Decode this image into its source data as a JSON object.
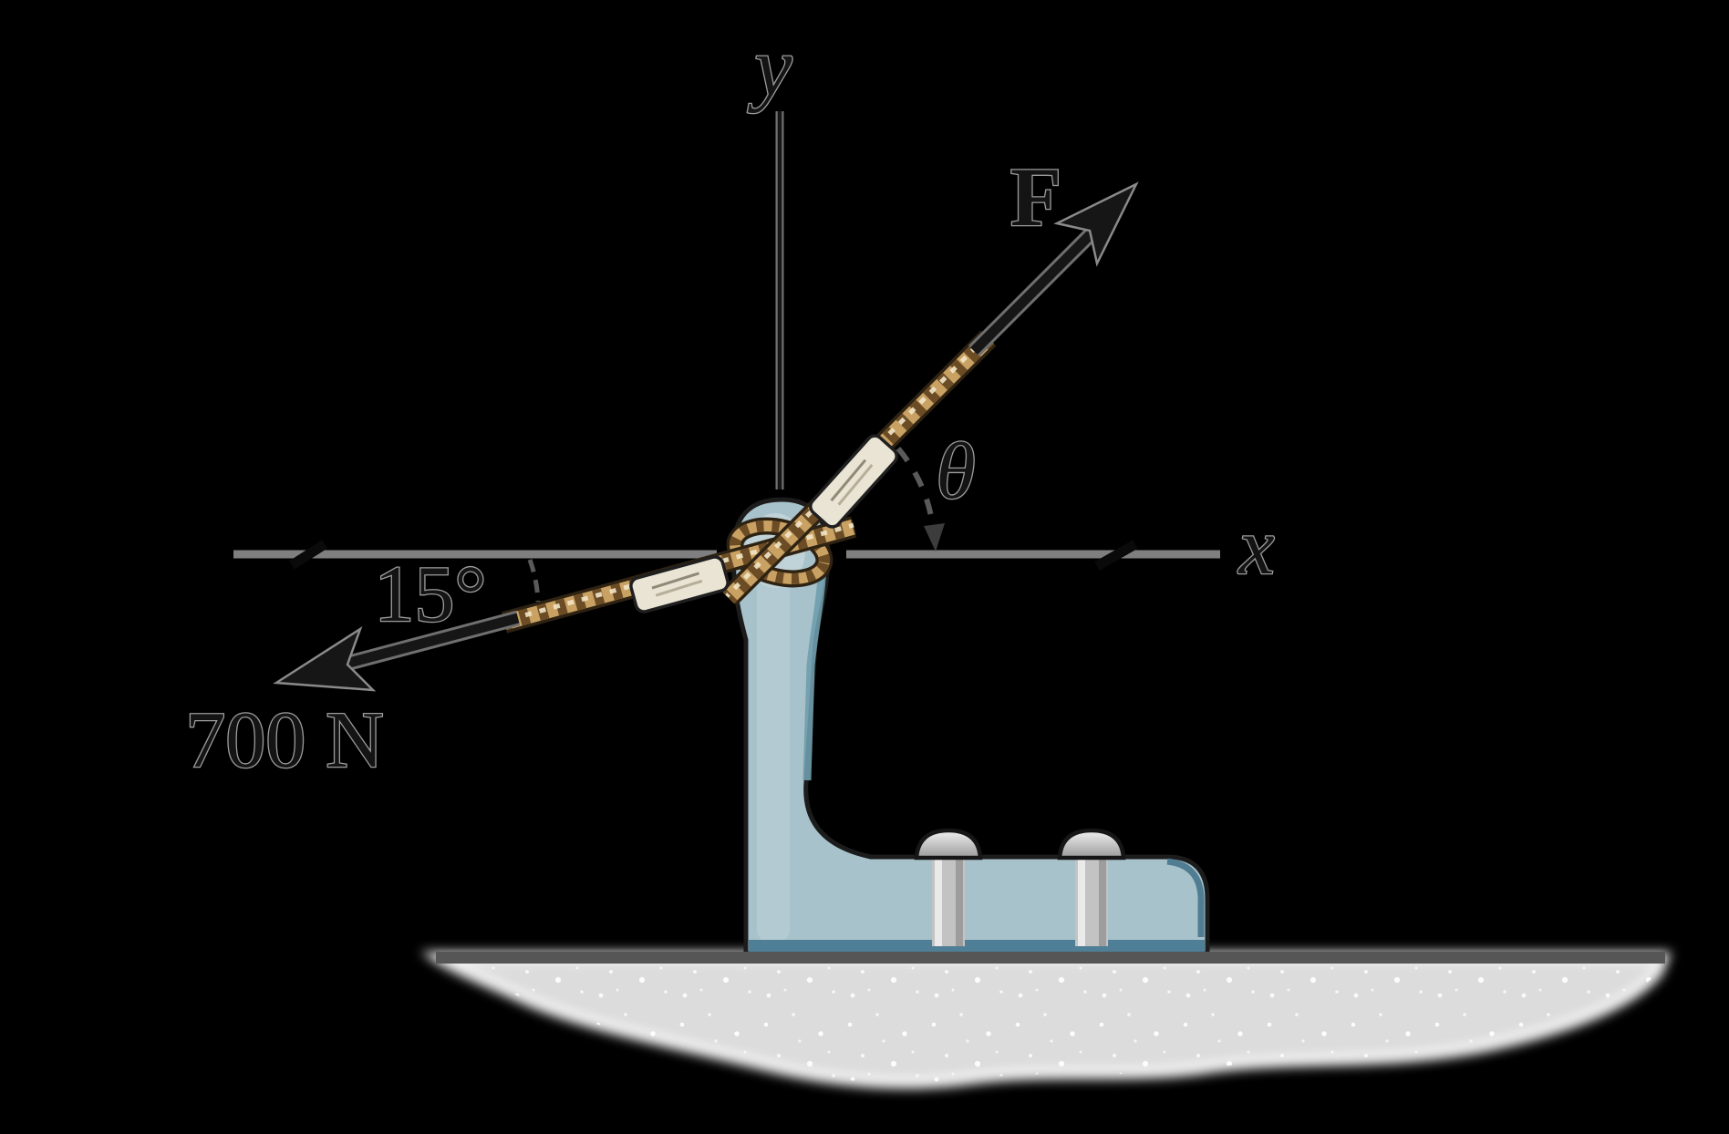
{
  "figure": {
    "description": "Free-body diagram: a rope looped over a post bracket bolted to the ground is pulled by a force F at angle theta above the x-axis and by a 700 N force at 15 degrees below the negative x-axis",
    "background": "#000000"
  },
  "labels": {
    "y_axis": "y",
    "x_axis": "x",
    "force_f": "F",
    "theta": "θ",
    "left_rope_angle": "15°",
    "left_rope_force": "700 N"
  },
  "diagram": {
    "forces": [
      {
        "label": "F",
        "direction": "up and to the right at angle θ from the positive x-axis"
      },
      {
        "label": "700 N",
        "direction": "down and to the left, 15° below the negative x-axis"
      }
    ],
    "elements": [
      "x-y coordinate axes",
      "post bracket with rounded knob top",
      "rope loop around knob",
      "left rope with turnbuckle",
      "right rope with turnbuckle",
      "two dome-head anchor bolts",
      "speckled ground"
    ]
  },
  "colors": {
    "background": "#000000",
    "axis_gray": "#7f7f7f",
    "ink": "#161616",
    "ink_halo": "#9c9c9c",
    "rope_tan": "#c9a163",
    "rope_shadow": "#6b4c24",
    "rope_outline": "#2e2212",
    "turnbuckle_cream": "#e9e4d4",
    "bracket_fill": "#a8c2cb",
    "bracket_shadow": "#4e7f96",
    "bolt_metal": "#c3c3c3",
    "ground_fill": "#dcdcdc",
    "ground_line": "#565656"
  }
}
